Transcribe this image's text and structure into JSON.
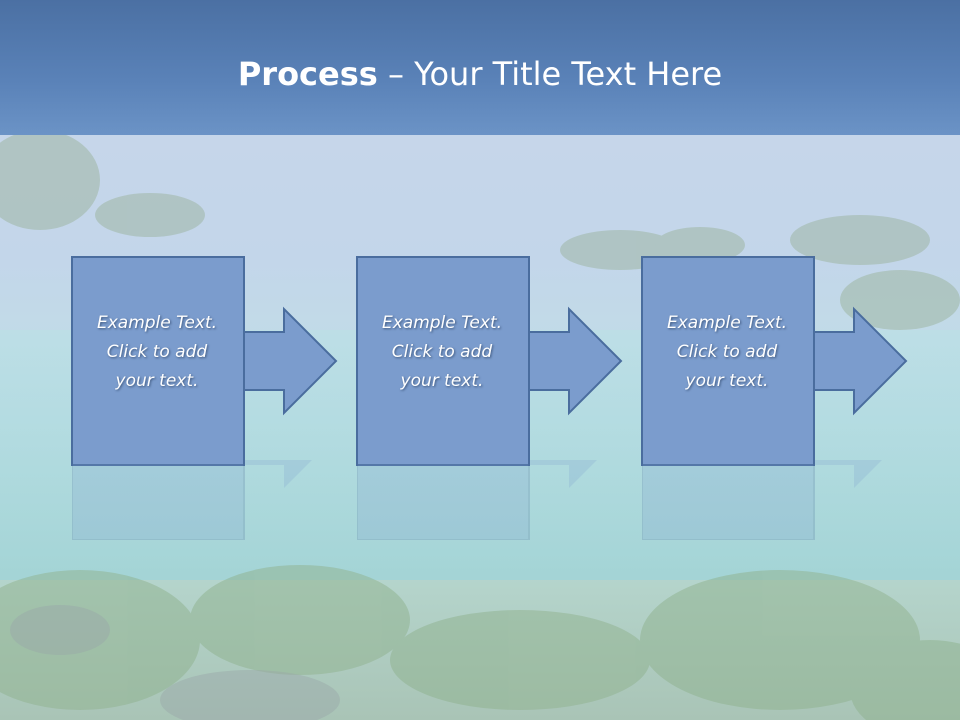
{
  "slide": {
    "title_bold": "Process",
    "title_rest": " – Your Title Text Here"
  },
  "colors": {
    "header": "#5a82b8",
    "box_fill": "#7b9ccd",
    "box_stroke": "#4a6d9e",
    "text": "#ffffff"
  },
  "steps": [
    {
      "line1": "Example Text.",
      "line2": "Click  to add",
      "line3": "your text."
    },
    {
      "line1": "Example Text.",
      "line2": "Click  to add",
      "line3": "your text."
    },
    {
      "line1": "Example Text.",
      "line2": "Click  to add",
      "line3": "your text."
    }
  ]
}
